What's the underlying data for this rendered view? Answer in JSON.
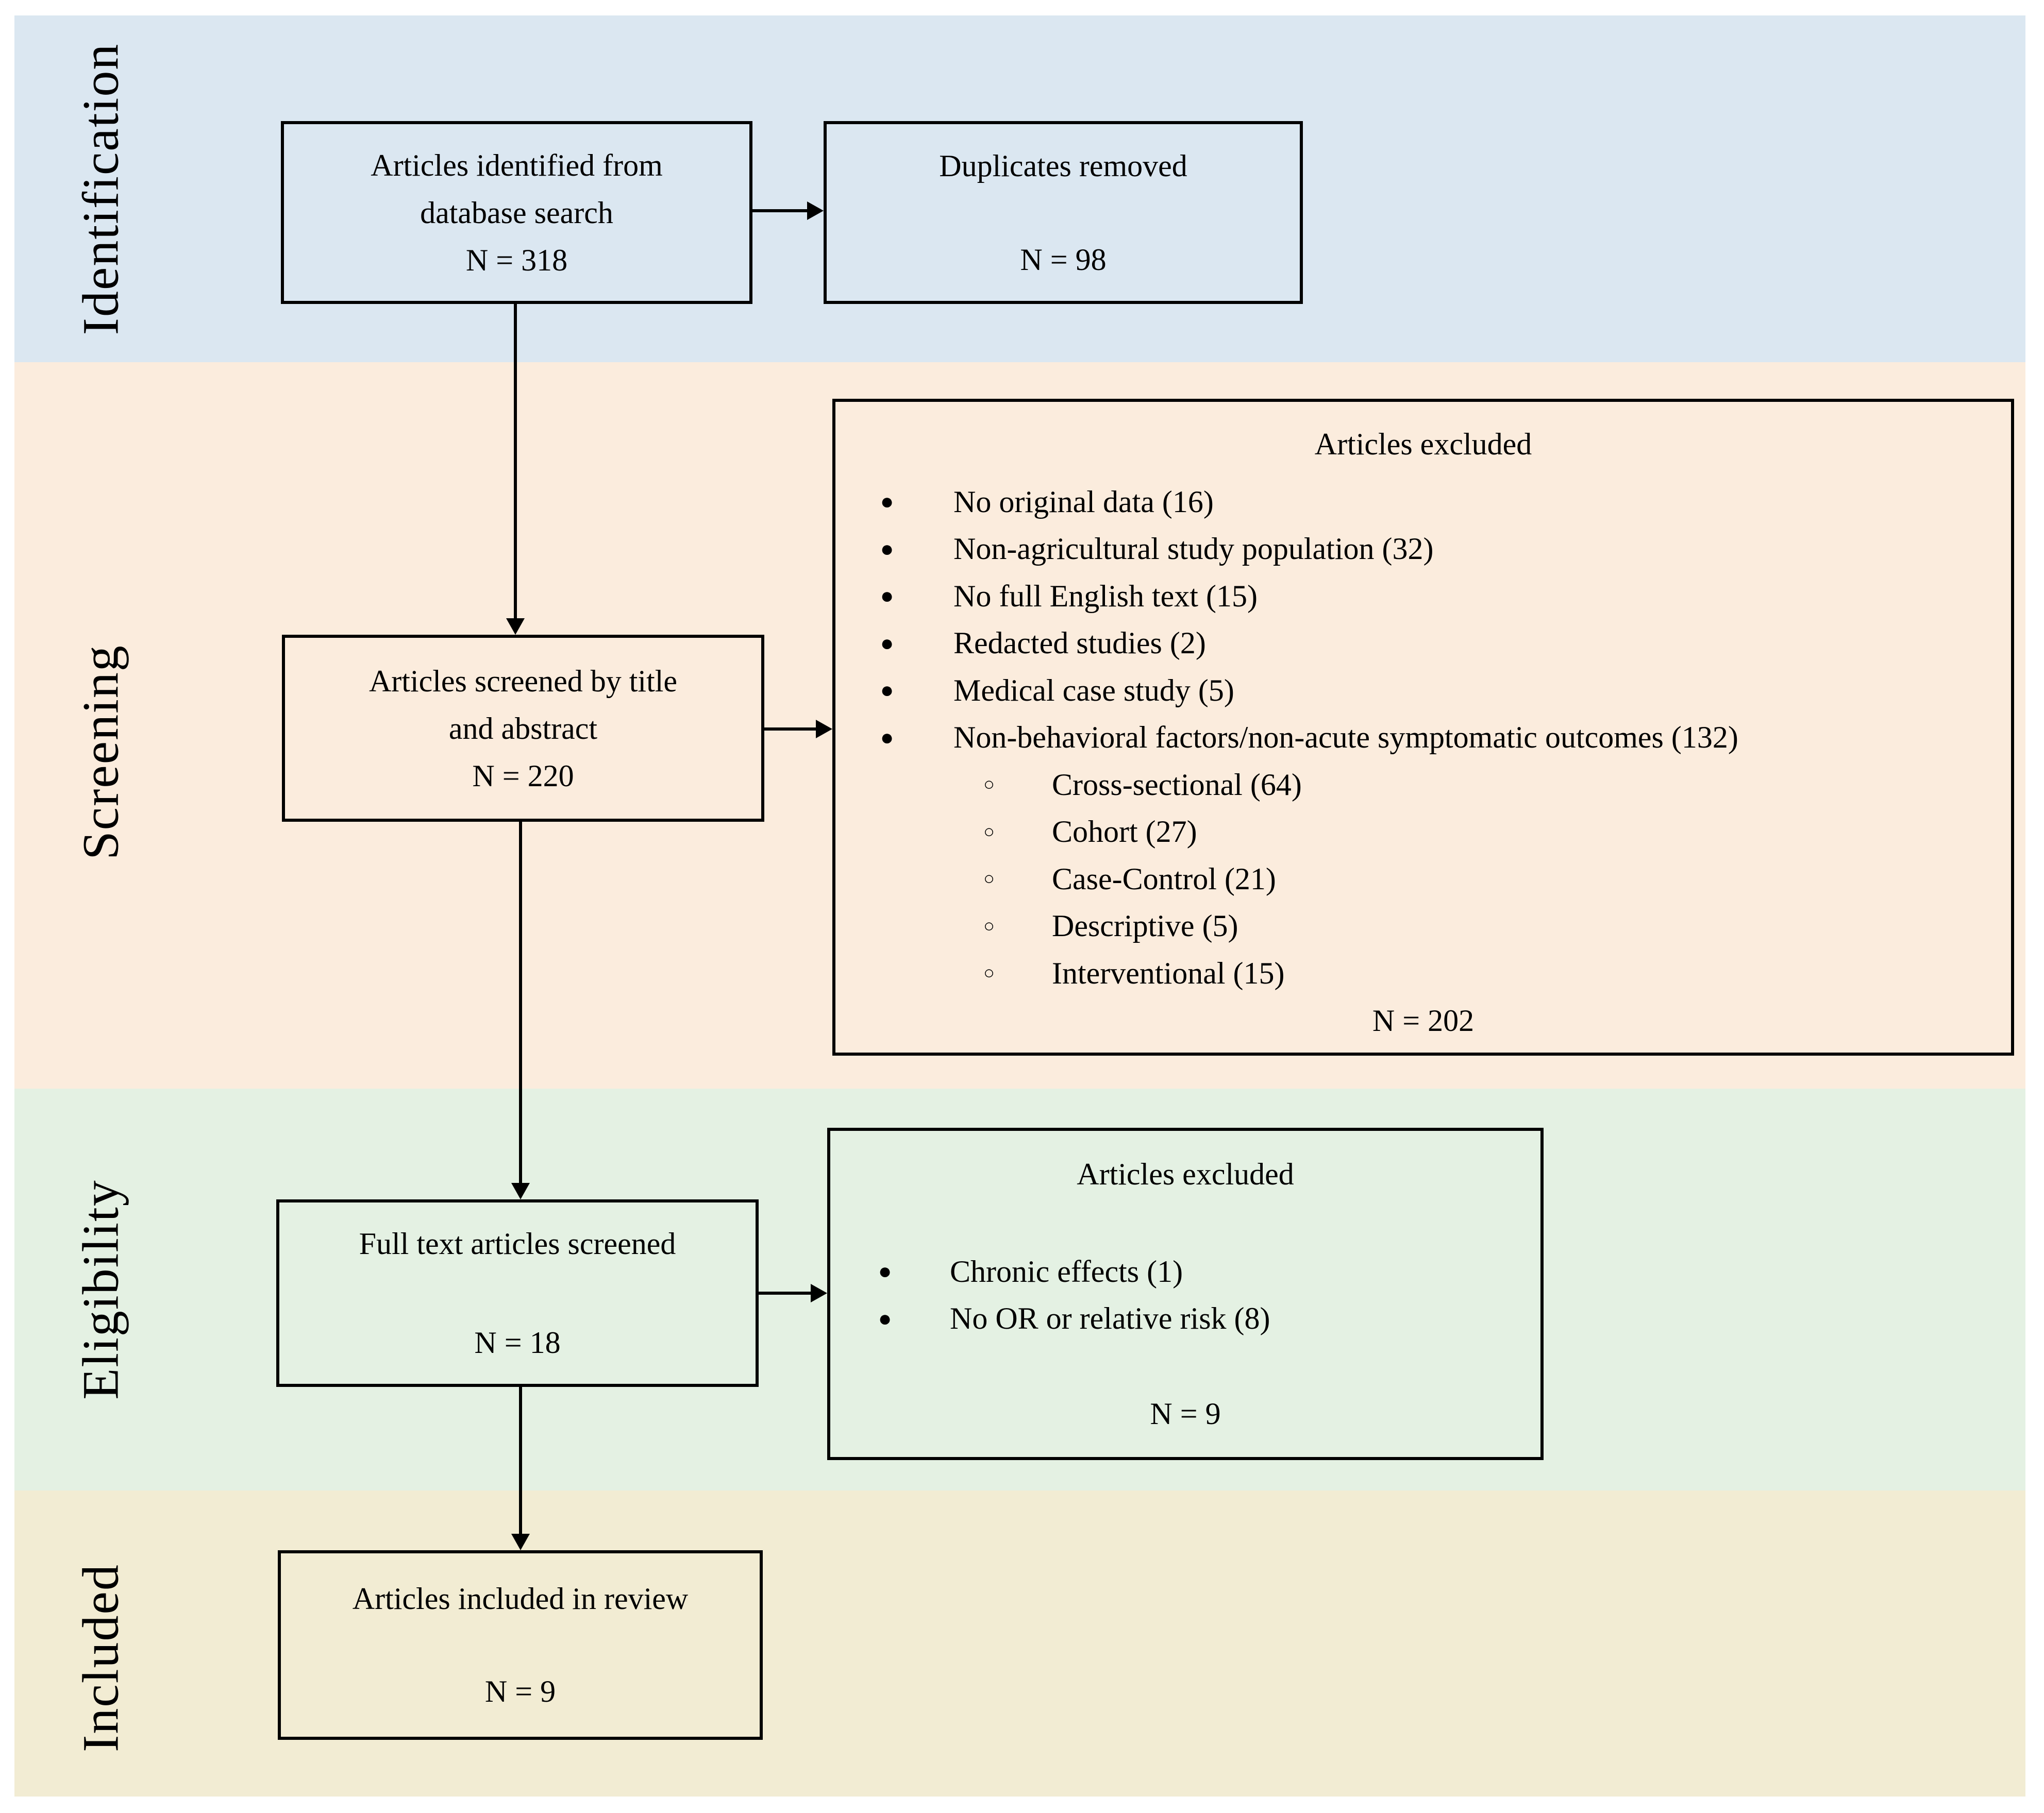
{
  "diagram": {
    "stages": {
      "identification": "Identification",
      "screening": "Screening",
      "eligibility": "Eligibility",
      "included": "Included"
    },
    "colors": {
      "identification_band": "#dbe7f1",
      "screening_band": "#fbecdd",
      "eligibility_band": "#e4f1e3",
      "included_band": "#f2ecd3",
      "box_border": "#000000"
    },
    "icons": {
      "bullet": "●",
      "circle": "○"
    },
    "boxes": {
      "identified": {
        "line1": "Articles identified from",
        "line2": "database search",
        "count": "N = 318"
      },
      "duplicates": {
        "line1": "Duplicates removed",
        "count": "N = 98"
      },
      "screened": {
        "line1": "Articles screened by title",
        "line2": "and abstract",
        "count": "N = 220"
      },
      "screening_excluded": {
        "title": "Articles excluded",
        "bullets": [
          "No original data (16)",
          "Non-agricultural study population (32)",
          "No full English text (15)",
          "Redacted studies (2)",
          "Medical case study (5)",
          "Non-behavioral factors/non-acute symptomatic outcomes (132)"
        ],
        "sub_bullets": [
          "Cross-sectional (64)",
          "Cohort (27)",
          "Case-Control (21)",
          "Descriptive (5)",
          "Interventional (15)"
        ],
        "count": "N = 202"
      },
      "fulltext": {
        "line1": "Full text articles screened",
        "count": "N = 18"
      },
      "eligibility_excluded": {
        "title": "Articles excluded",
        "bullets": [
          "Chronic effects (1)",
          "No OR or relative risk (8)"
        ],
        "count": "N = 9"
      },
      "included": {
        "line1": "Articles included in review",
        "count": "N = 9"
      }
    }
  }
}
